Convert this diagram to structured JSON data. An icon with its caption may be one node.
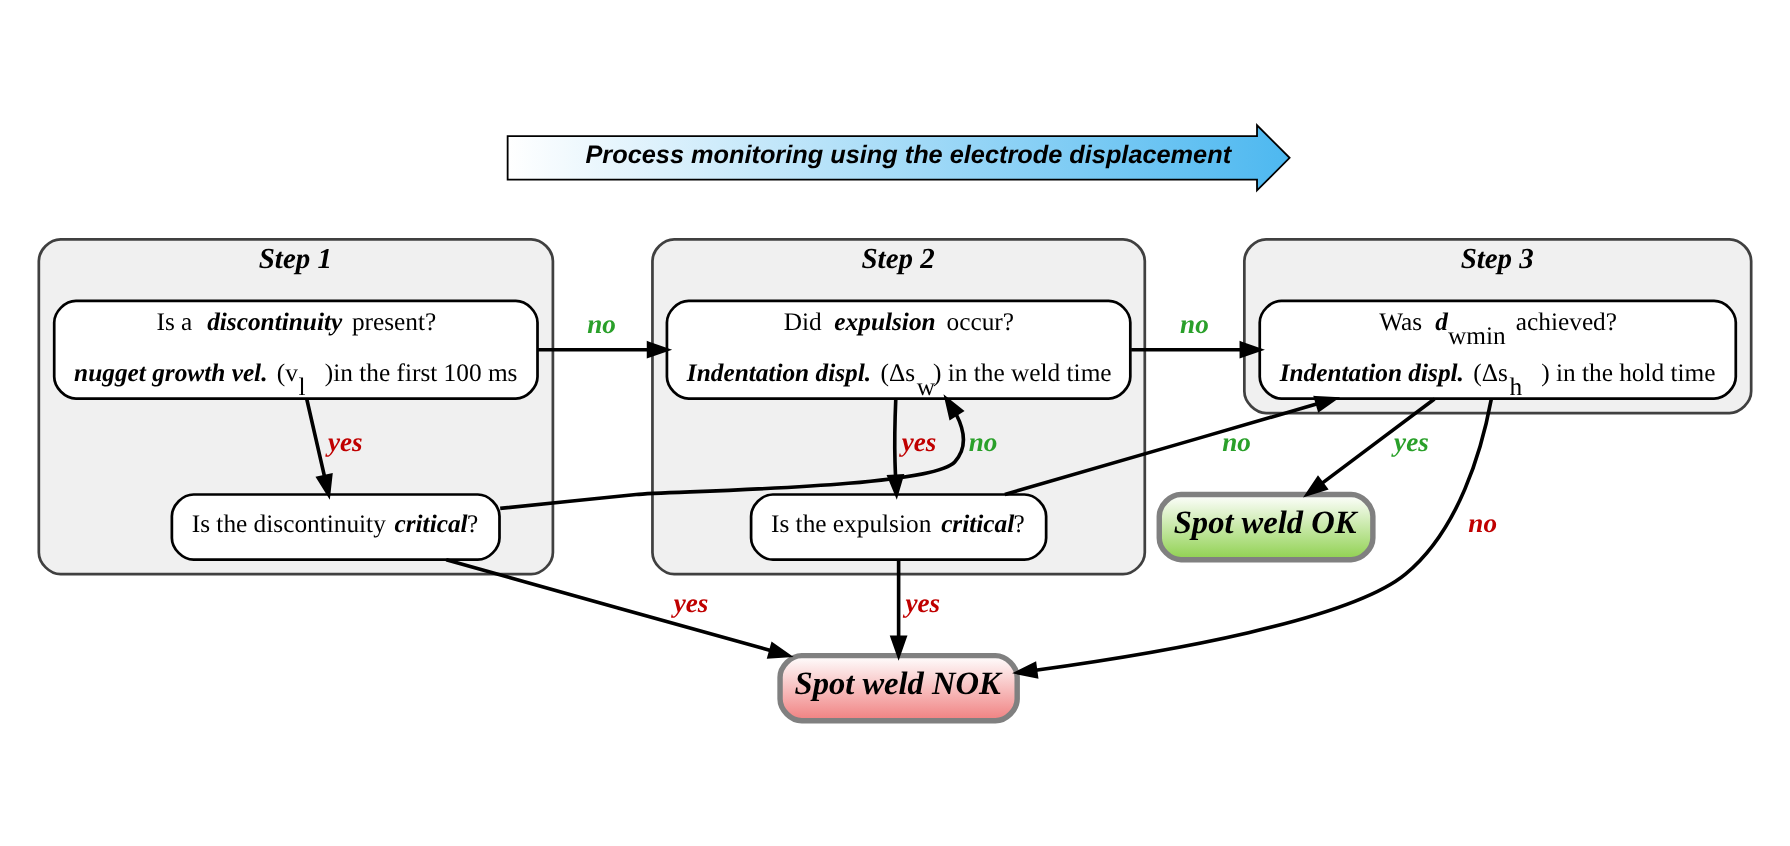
{
  "diagram": {
    "nodes": [
      {
        "text": [
          "Process monitoring using the electrode displacement"
        ]
      },
      {
        "text": [
          "Step 1"
        ]
      },
      {
        "text": [
          "Is a **discontinuity** present?",
          "**nugget growth vel.** (v$_{l}$ )in the first 100 ms"
        ],
        "in": 1
      },
      {
        "text": [
          "Is the discontinuity **critical**?"
        ],
        "in": 1
      },
      {
        "text": [
          "Step 2"
        ]
      },
      {
        "text": [
          "Did **expulsion** occur?",
          "**Indentation displ.** (Δs$_{w}$) in the weld time"
        ],
        "in": 4
      },
      {
        "text": [
          "Is the expulsion **critical**?"
        ],
        "in": 4
      },
      {
        "text": [
          "Step 3"
        ]
      },
      {
        "text": [
          "Was **d**$_{wmin}$ achieved?",
          "**Indentation displ.** (Δs$_{h}$ ) in the hold time"
        ],
        "in": 7
      },
      {
        "text": [
          "Spot weld OK"
        ]
      },
      {
        "text": [
          "Spot weld NOK"
        ]
      }
    ],
    "edges": [
      {
        "from": 2,
        "to": 3,
        "arrow": "to",
        "label": "yes"
      },
      {
        "from": 2,
        "to": 5,
        "arrow": "to",
        "label": "no"
      },
      {
        "from": 3,
        "to": 5,
        "arrow": "to",
        "label": "no"
      },
      {
        "from": 5,
        "to": 6,
        "arrow": "to",
        "label": "yes"
      },
      {
        "from": 5,
        "to": 8,
        "arrow": "to",
        "label": "no"
      },
      {
        "from": 6,
        "to": 8,
        "arrow": "to",
        "label": "no"
      },
      {
        "from": 8,
        "to": 9,
        "arrow": "to",
        "label": "yes"
      },
      {
        "from": 3,
        "to": 10,
        "arrow": "to",
        "label": "yes"
      },
      {
        "from": 6,
        "to": 10,
        "arrow": "to",
        "label": "yes"
      },
      {
        "from": 8,
        "to": 10,
        "arrow": "to",
        "label": "no"
      }
    ]
  }
}
